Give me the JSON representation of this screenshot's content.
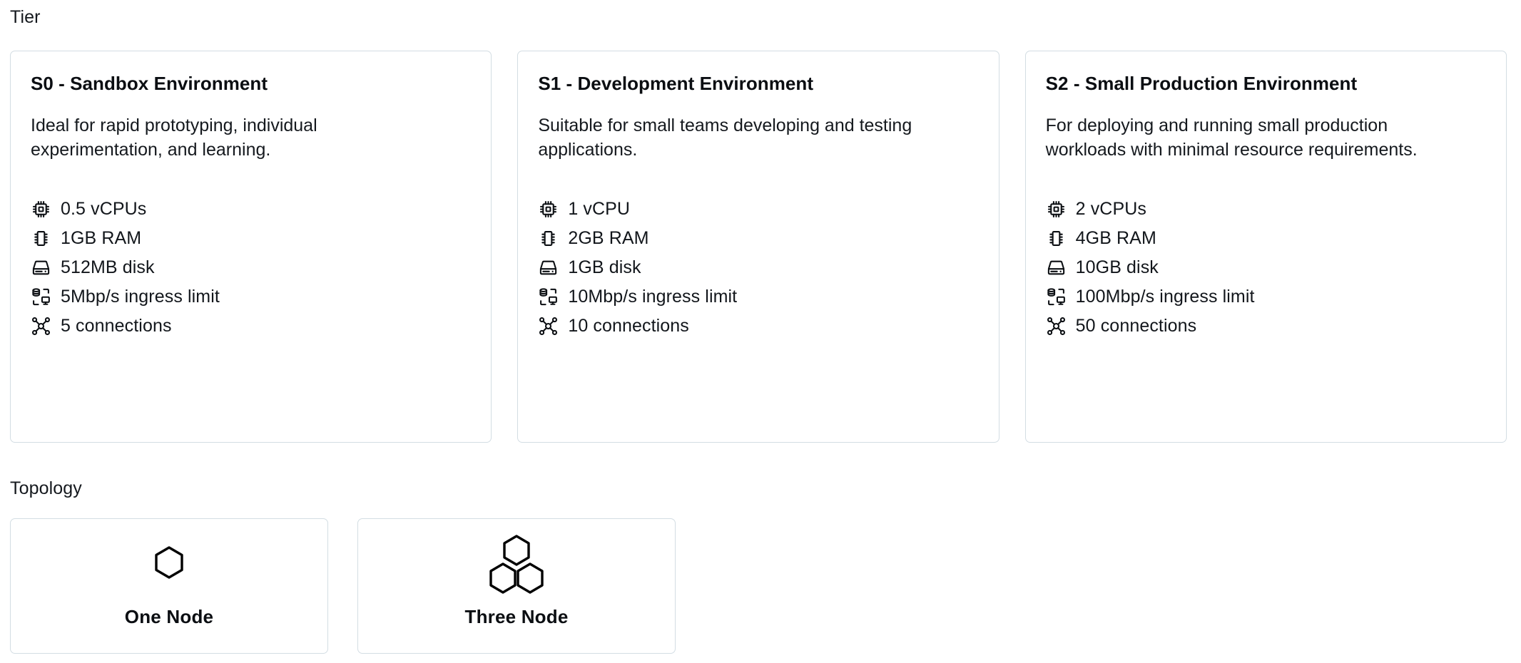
{
  "sections": {
    "tier": {
      "label": "Tier"
    },
    "topology": {
      "label": "Topology"
    }
  },
  "colors": {
    "card_border": "#d3dde3",
    "background": "#ffffff",
    "text": "#12161b",
    "heading": "#0b0e12"
  },
  "tiers": [
    {
      "title": "S0 - Sandbox Environment",
      "description": "Ideal for rapid prototyping, individual experimentation, and learning.",
      "specs": [
        {
          "icon": "cpu-icon",
          "text": "0.5 vCPUs"
        },
        {
          "icon": "memory-icon",
          "text": "1GB RAM"
        },
        {
          "icon": "harddrive-icon",
          "text": "512MB disk"
        },
        {
          "icon": "data-transfer-icon",
          "text": "5Mbp/s ingress limit"
        },
        {
          "icon": "connections-icon",
          "text": "5 connections"
        }
      ]
    },
    {
      "title": "S1 - Development Environment",
      "description": "Suitable for small teams developing and testing applications.",
      "specs": [
        {
          "icon": "cpu-icon",
          "text": "1 vCPU"
        },
        {
          "icon": "memory-icon",
          "text": "2GB RAM"
        },
        {
          "icon": "harddrive-icon",
          "text": "1GB disk"
        },
        {
          "icon": "data-transfer-icon",
          "text": "10Mbp/s ingress limit"
        },
        {
          "icon": "connections-icon",
          "text": "10 connections"
        }
      ]
    },
    {
      "title": "S2 - Small Production Environment",
      "description": "For deploying and running small production workloads with minimal resource requirements.",
      "specs": [
        {
          "icon": "cpu-icon",
          "text": "2 vCPUs"
        },
        {
          "icon": "memory-icon",
          "text": "4GB RAM"
        },
        {
          "icon": "harddrive-icon",
          "text": "10GB disk"
        },
        {
          "icon": "data-transfer-icon",
          "text": "100Mbp/s ingress limit"
        },
        {
          "icon": "connections-icon",
          "text": "50 connections"
        }
      ]
    }
  ],
  "topologies": [
    {
      "label": "One Node",
      "icon": "single-hexagon-icon"
    },
    {
      "label": "Three Node",
      "icon": "three-hexagon-icon"
    }
  ]
}
